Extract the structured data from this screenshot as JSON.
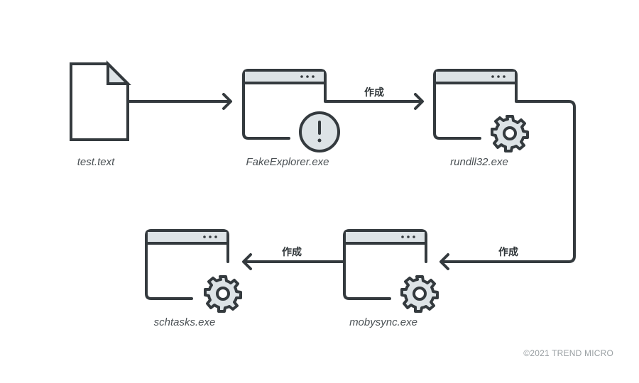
{
  "colors": {
    "stroke": "#343a3e",
    "fill_light": "#dde3e6",
    "label": "#4a5054",
    "copyright": "#9aa0a3"
  },
  "nodes": [
    {
      "id": "test_text",
      "label": "test.text",
      "icon": "document-icon"
    },
    {
      "id": "fakeexplorer",
      "label": "FakeExplorer.exe",
      "icon": "window-warning-icon"
    },
    {
      "id": "rundll32",
      "label": "rundll32.exe",
      "icon": "window-gear-icon"
    },
    {
      "id": "mobysync",
      "label": "mobysync.exe",
      "icon": "window-gear-icon"
    },
    {
      "id": "schtasks",
      "label": "schtasks.exe",
      "icon": "window-gear-icon"
    }
  ],
  "edges": [
    {
      "from": "test_text",
      "to": "fakeexplorer",
      "label": ""
    },
    {
      "from": "fakeexplorer",
      "to": "rundll32",
      "label": "作成"
    },
    {
      "from": "rundll32",
      "to": "mobysync",
      "label": "作成"
    },
    {
      "from": "mobysync",
      "to": "schtasks",
      "label": "作成"
    }
  ],
  "copyright": "©2021 TREND MICRO"
}
